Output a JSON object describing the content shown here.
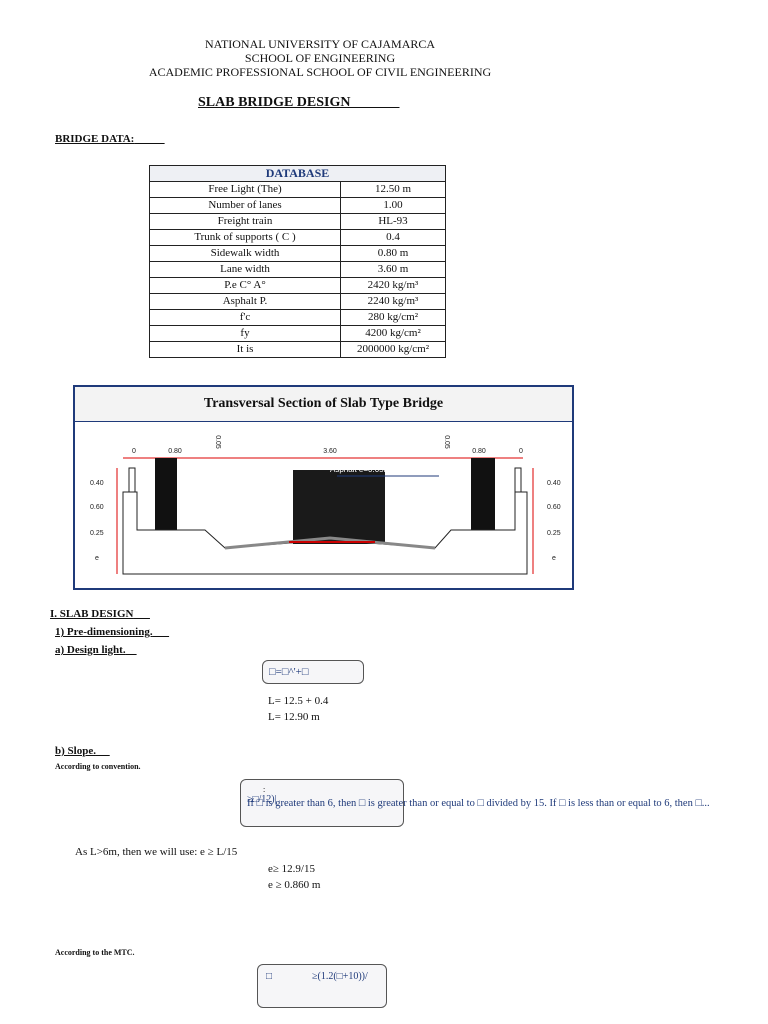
{
  "header": {
    "line1": "NATIONAL UNIVERSITY OF CAJAMARCA",
    "line2": "SCHOOL OF ENGINEERING",
    "line3": "ACADEMIC PROFESSIONAL SCHOOL OF CIVIL ENGINEERING",
    "title": "SLAB BRIDGE DESIGN"
  },
  "bridge_data_label": "BRIDGE DATA:",
  "database": {
    "title": "DATABASE",
    "rows": [
      {
        "label": "Free Light (The)",
        "value": "12.50 m"
      },
      {
        "label": "Number of lanes",
        "value": "1.00"
      },
      {
        "label": "Freight train",
        "value": "HL-93"
      },
      {
        "label": "Trunk of supports ( C )",
        "value": "0.4"
      },
      {
        "label": "Sidewalk width",
        "value": "0.80 m"
      },
      {
        "label": "Lane width",
        "value": "3.60 m"
      },
      {
        "label": "P.e C° A°",
        "value": "2420 kg/m³"
      },
      {
        "label": "Asphalt P.",
        "value": "2240 kg/m³"
      },
      {
        "label": "f'c",
        "value": "280 kg/cm²"
      },
      {
        "label": "fy",
        "value": "4200 kg/cm²"
      },
      {
        "label": "It is",
        "value": "2000000 kg/cm²"
      }
    ]
  },
  "diagram": {
    "title": "Transversal Section of Slab Type Bridge",
    "dims_top": [
      "0",
      "0.80",
      "3.60",
      "0.80",
      "0"
    ],
    "dim_small": "0.05",
    "asphalt": "Asphalt e=0.05m",
    "left_dims": [
      "0.40",
      "0.60",
      "0.25",
      "e"
    ],
    "right_dims": [
      "0.40",
      "0.60",
      "0.25",
      "e"
    ]
  },
  "slab": {
    "heading": "I. SLAB DESIGN",
    "sub1": "1) Pre-dimensioning.",
    "sub_a": "a) Design light.",
    "formula_a": "□=□^'+□",
    "calc_a1": "L= 12.5 + 0.4",
    "calc_a2": "L= 12.90 m",
    "sub_b": "b) Slope.",
    "bullet1": "According to convention.",
    "formula_b_top": ":",
    "formula_b_text": "If □ is greater than 6, then □ is greater than or equal to □ divided by 15. If □ is less than or equal to 6, then □...",
    "formula_b_bottom": "≥□/12)|",
    "as_text": "As L>6m, then we will use: e ≥ L/15",
    "calc_b1": "e≥ 12.9/15",
    "calc_b2": "e ≥ 0.860 m",
    "bullet2": "According to the MTC.",
    "formula_c_left": "□",
    "formula_c_right": "≥(1.2(□+10))/"
  }
}
